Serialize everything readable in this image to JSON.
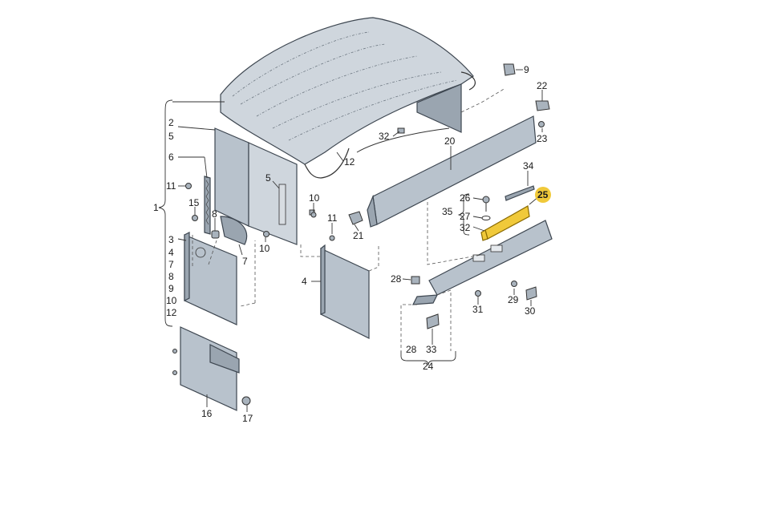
{
  "diagram": {
    "labels": [
      {
        "id": "1",
        "text": "1"
      },
      {
        "id": "2",
        "text": "2"
      },
      {
        "id": "5a",
        "text": "5"
      },
      {
        "id": "6",
        "text": "6"
      },
      {
        "id": "11a",
        "text": "11"
      },
      {
        "id": "15",
        "text": "15"
      },
      {
        "id": "8",
        "text": "8"
      },
      {
        "id": "3",
        "text": "3"
      },
      {
        "id": "4a",
        "text": "4"
      },
      {
        "id": "7a",
        "text": "7"
      },
      {
        "id": "8b",
        "text": "8"
      },
      {
        "id": "9a",
        "text": "9"
      },
      {
        "id": "10a",
        "text": "10"
      },
      {
        "id": "12a",
        "text": "12"
      },
      {
        "id": "7",
        "text": "7"
      },
      {
        "id": "5b",
        "text": "5"
      },
      {
        "id": "10b",
        "text": "10"
      },
      {
        "id": "10c",
        "text": "10"
      },
      {
        "id": "11b",
        "text": "11"
      },
      {
        "id": "21",
        "text": "21"
      },
      {
        "id": "4b",
        "text": "4"
      },
      {
        "id": "12b",
        "text": "12"
      },
      {
        "id": "32a",
        "text": "32"
      },
      {
        "id": "9",
        "text": "9"
      },
      {
        "id": "22",
        "text": "22"
      },
      {
        "id": "23",
        "text": "23"
      },
      {
        "id": "20",
        "text": "20"
      },
      {
        "id": "34",
        "text": "34"
      },
      {
        "id": "25",
        "text": "25"
      },
      {
        "id": "26",
        "text": "26"
      },
      {
        "id": "35",
        "text": "35"
      },
      {
        "id": "27",
        "text": "27"
      },
      {
        "id": "32b",
        "text": "32"
      },
      {
        "id": "28a",
        "text": "28"
      },
      {
        "id": "29",
        "text": "29"
      },
      {
        "id": "31",
        "text": "31"
      },
      {
        "id": "30",
        "text": "30"
      },
      {
        "id": "28b",
        "text": "28"
      },
      {
        "id": "33",
        "text": "33"
      },
      {
        "id": "24",
        "text": "24"
      },
      {
        "id": "16",
        "text": "16"
      },
      {
        "id": "17",
        "text": "17"
      }
    ],
    "highlight_color": "#f0c93a"
  }
}
